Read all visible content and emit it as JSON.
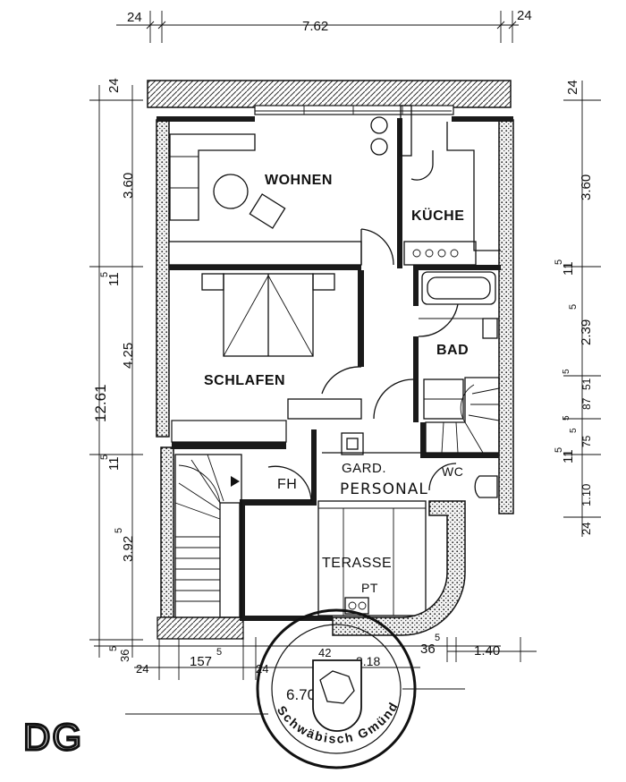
{
  "floor_label": "DG",
  "rooms": {
    "wohnen": "WOHNEN",
    "kueche": "KÜCHE",
    "schlafen": "SCHLAFEN",
    "bad": "BAD",
    "fh": "FH",
    "garderobe": "GARD.",
    "personal": "PERSONAL",
    "wc": "WC",
    "terasse": "TERASSE",
    "pt": "PT"
  },
  "dims_top": {
    "left": "24",
    "total": "7.62",
    "right": "24"
  },
  "dims_left": {
    "top24": "24",
    "d360": "3.60",
    "d11a": "11",
    "d11a_sup": "5",
    "d425": "4.25",
    "total": "12.61",
    "d11b": "11",
    "d11b_sup": "5",
    "d392": "3.92",
    "d392_sup": "5",
    "bottom36": "36",
    "bottom5": "5"
  },
  "dims_right": {
    "top24": "24",
    "d360": "3.60",
    "d11a": "11",
    "d11a_sup": "5",
    "d239": "2.39",
    "d239_sup": "5",
    "d51": "51",
    "d51_sup": "5",
    "d875": "87",
    "d875_sup": "5",
    "d75": "75",
    "d75_sup": "5",
    "d11b": "11",
    "d11b_sup": "5",
    "d110": "1.10",
    "bottom24": "24"
  },
  "dims_bottom": {
    "d24a": "24",
    "d157": "157",
    "d157_sup": "5",
    "d24b": "24",
    "d42": "42",
    "d318": "3.18",
    "d36": "36",
    "d36_sup": "5",
    "d140": "1.40",
    "d670": "6.70"
  },
  "stamp_text": "Schwäbisch Gmünd"
}
